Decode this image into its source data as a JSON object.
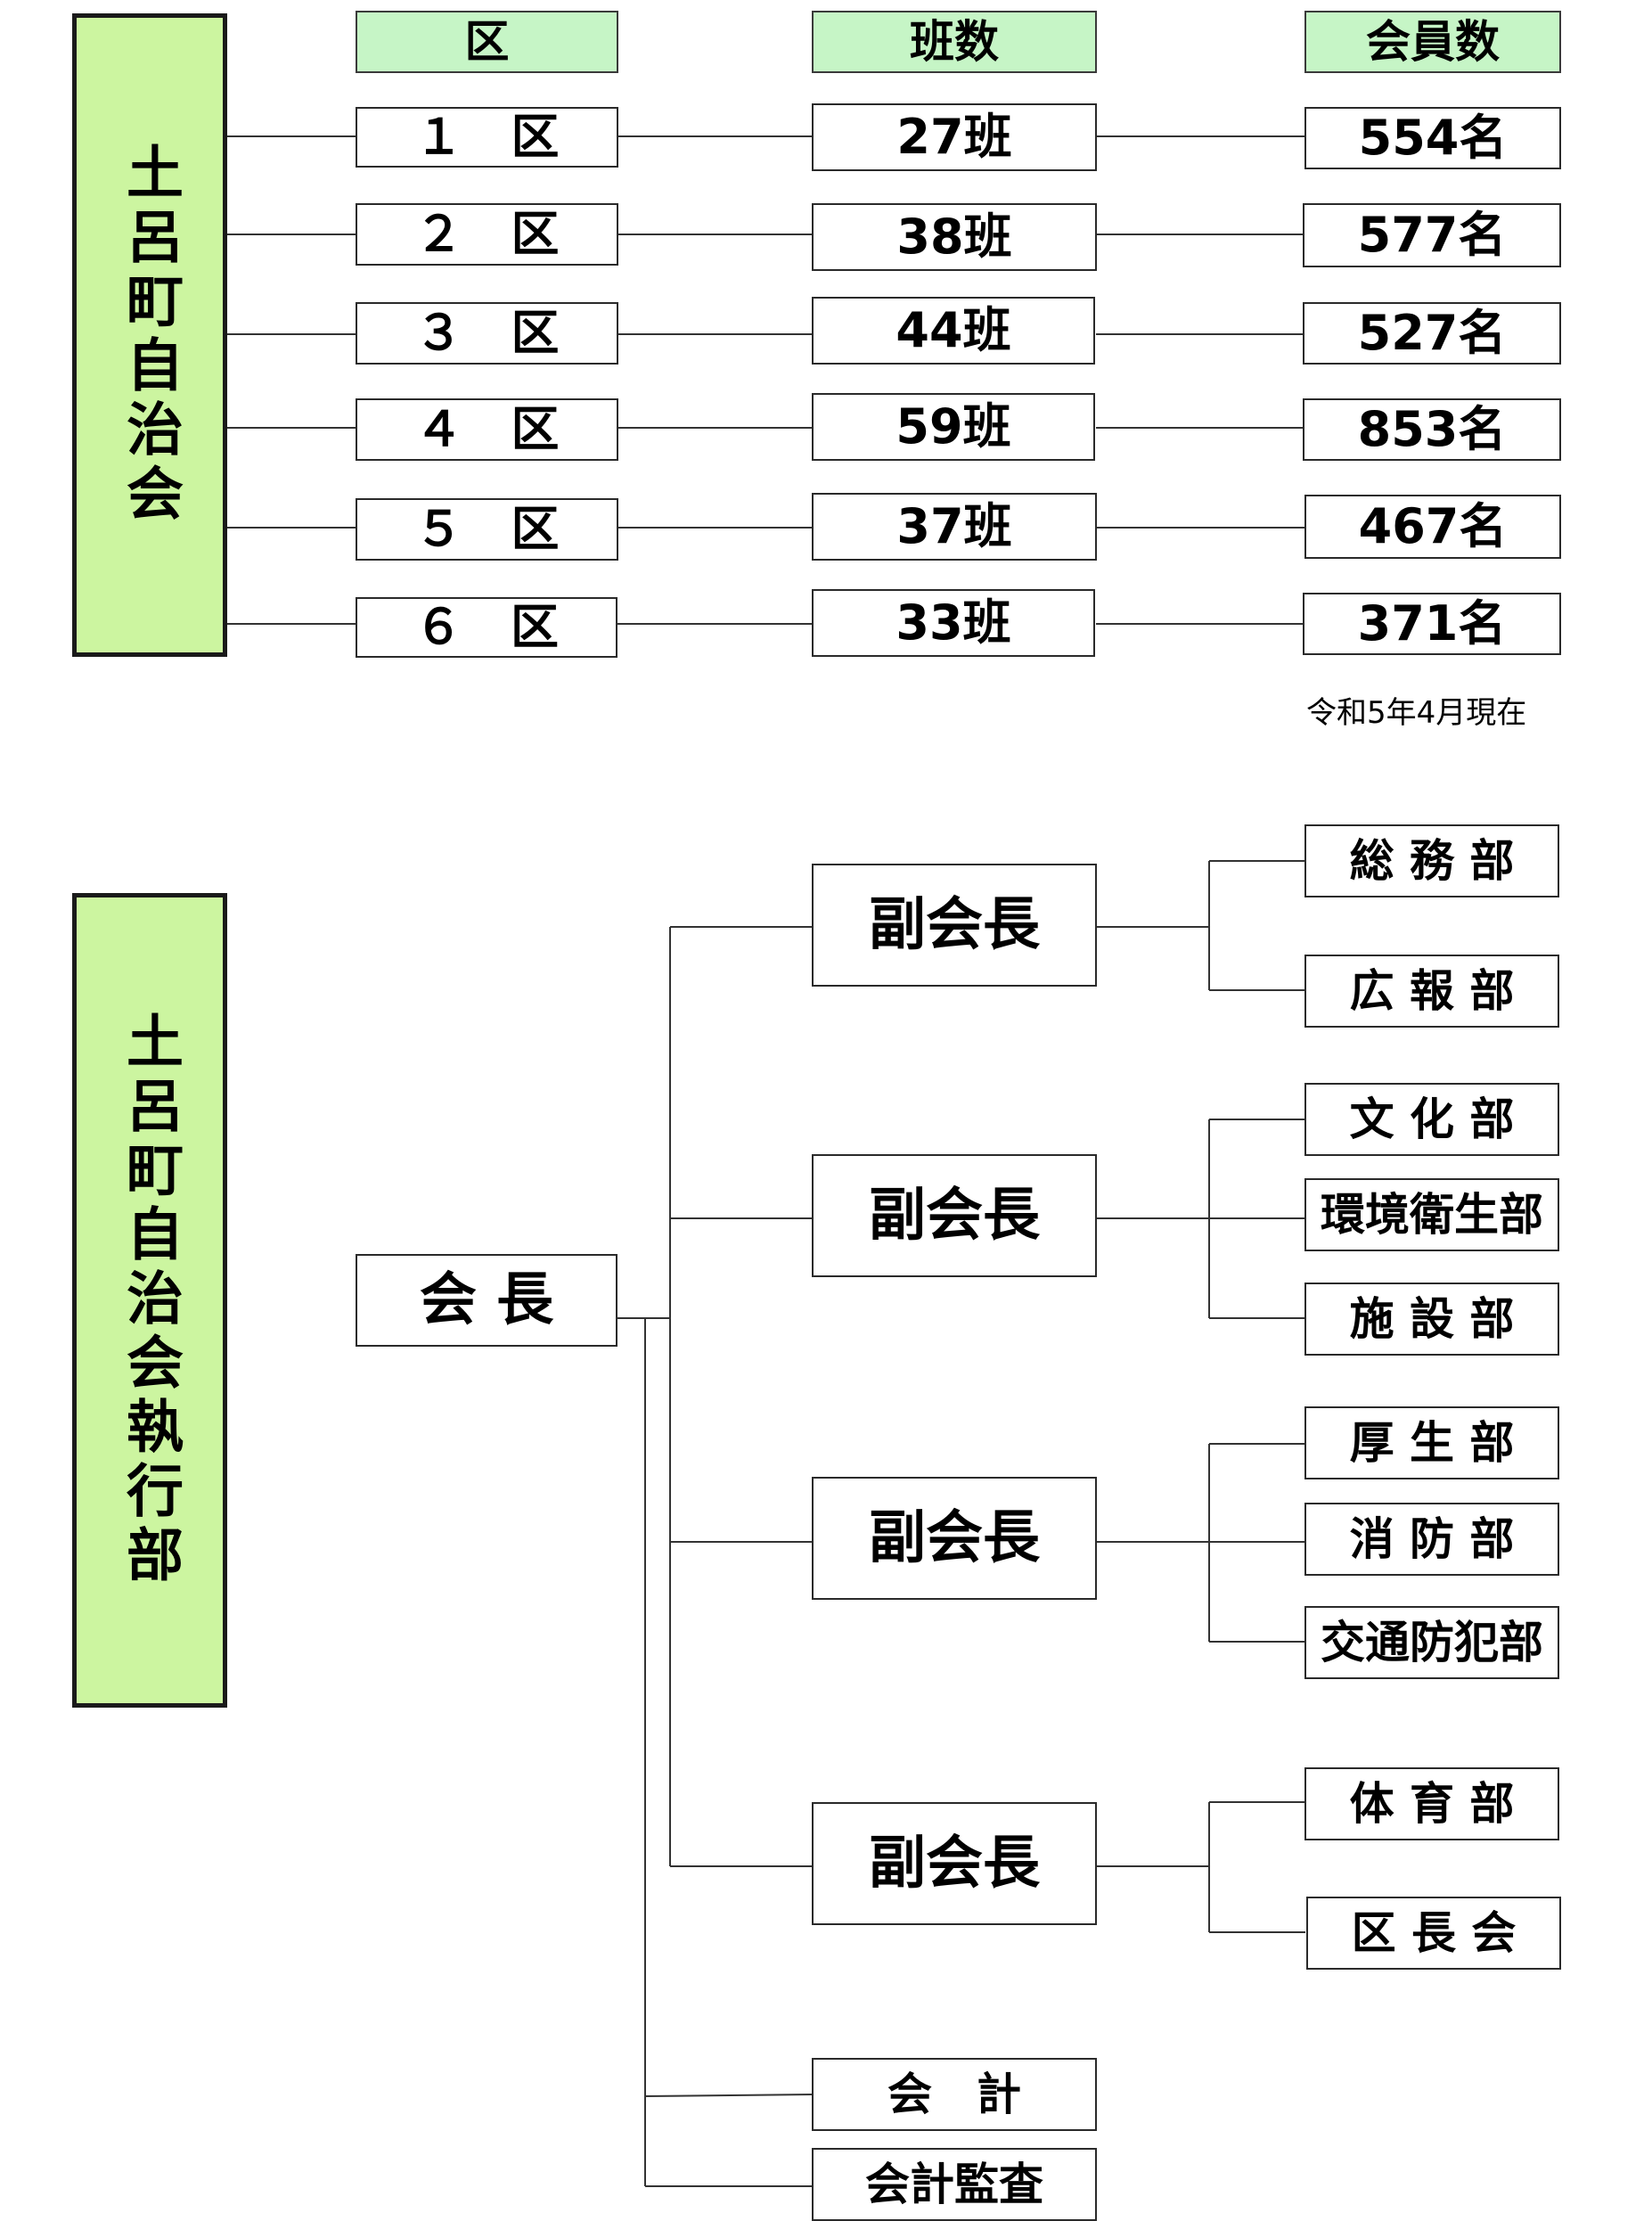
{
  "upper": {
    "title": "土呂町自治会",
    "headers": {
      "ward": "区",
      "groups": "班数",
      "members": "会員数"
    },
    "rows": [
      {
        "ward": "１　区",
        "groups": "27班",
        "members": "554名"
      },
      {
        "ward": "２　区",
        "groups": "38班",
        "members": "577名"
      },
      {
        "ward": "３　区",
        "groups": "44班",
        "members": "527名"
      },
      {
        "ward": "４　区",
        "groups": "59班",
        "members": "853名"
      },
      {
        "ward": "５　区",
        "groups": "37班",
        "members": "467名"
      },
      {
        "ward": "６　区",
        "groups": "33班",
        "members": "371名"
      }
    ],
    "as_of": "令和5年4月現在"
  },
  "lower": {
    "title": "土呂町自治会執行部",
    "chair": "会 長",
    "vice_chairs": [
      "副会長",
      "副会長",
      "副会長",
      "副会長"
    ],
    "departments": [
      [
        "総 務 部",
        "広 報 部"
      ],
      [
        "文 化 部",
        "環境衛生部",
        "施 設 部"
      ],
      [
        "厚 生 部",
        "消 防 部",
        "交通防犯部"
      ],
      [
        "体 育 部",
        "区 長 会"
      ]
    ],
    "treasurer": "会　計",
    "auditor": "会計監査"
  },
  "colors": {
    "title_fill": "#ccf5a0",
    "header_fill": "#c6f5c6",
    "line": "#333333"
  }
}
